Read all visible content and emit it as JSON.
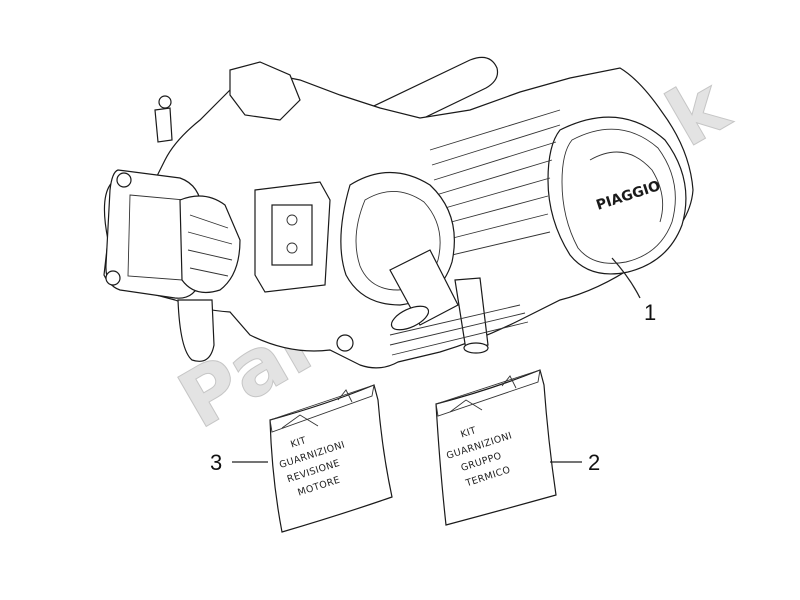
{
  "watermark": "PartsRepublik",
  "engine": {
    "brand": "PIAGGIO",
    "callout": "1"
  },
  "kits": [
    {
      "callout": "3",
      "lines": [
        "KIT",
        "GUARNIZIONI",
        "REVISIONE",
        "MOTORE"
      ]
    },
    {
      "callout": "2",
      "lines": [
        "KIT",
        "GUARNIZIONI",
        "GRUPPO",
        "TERMICO"
      ]
    }
  ]
}
